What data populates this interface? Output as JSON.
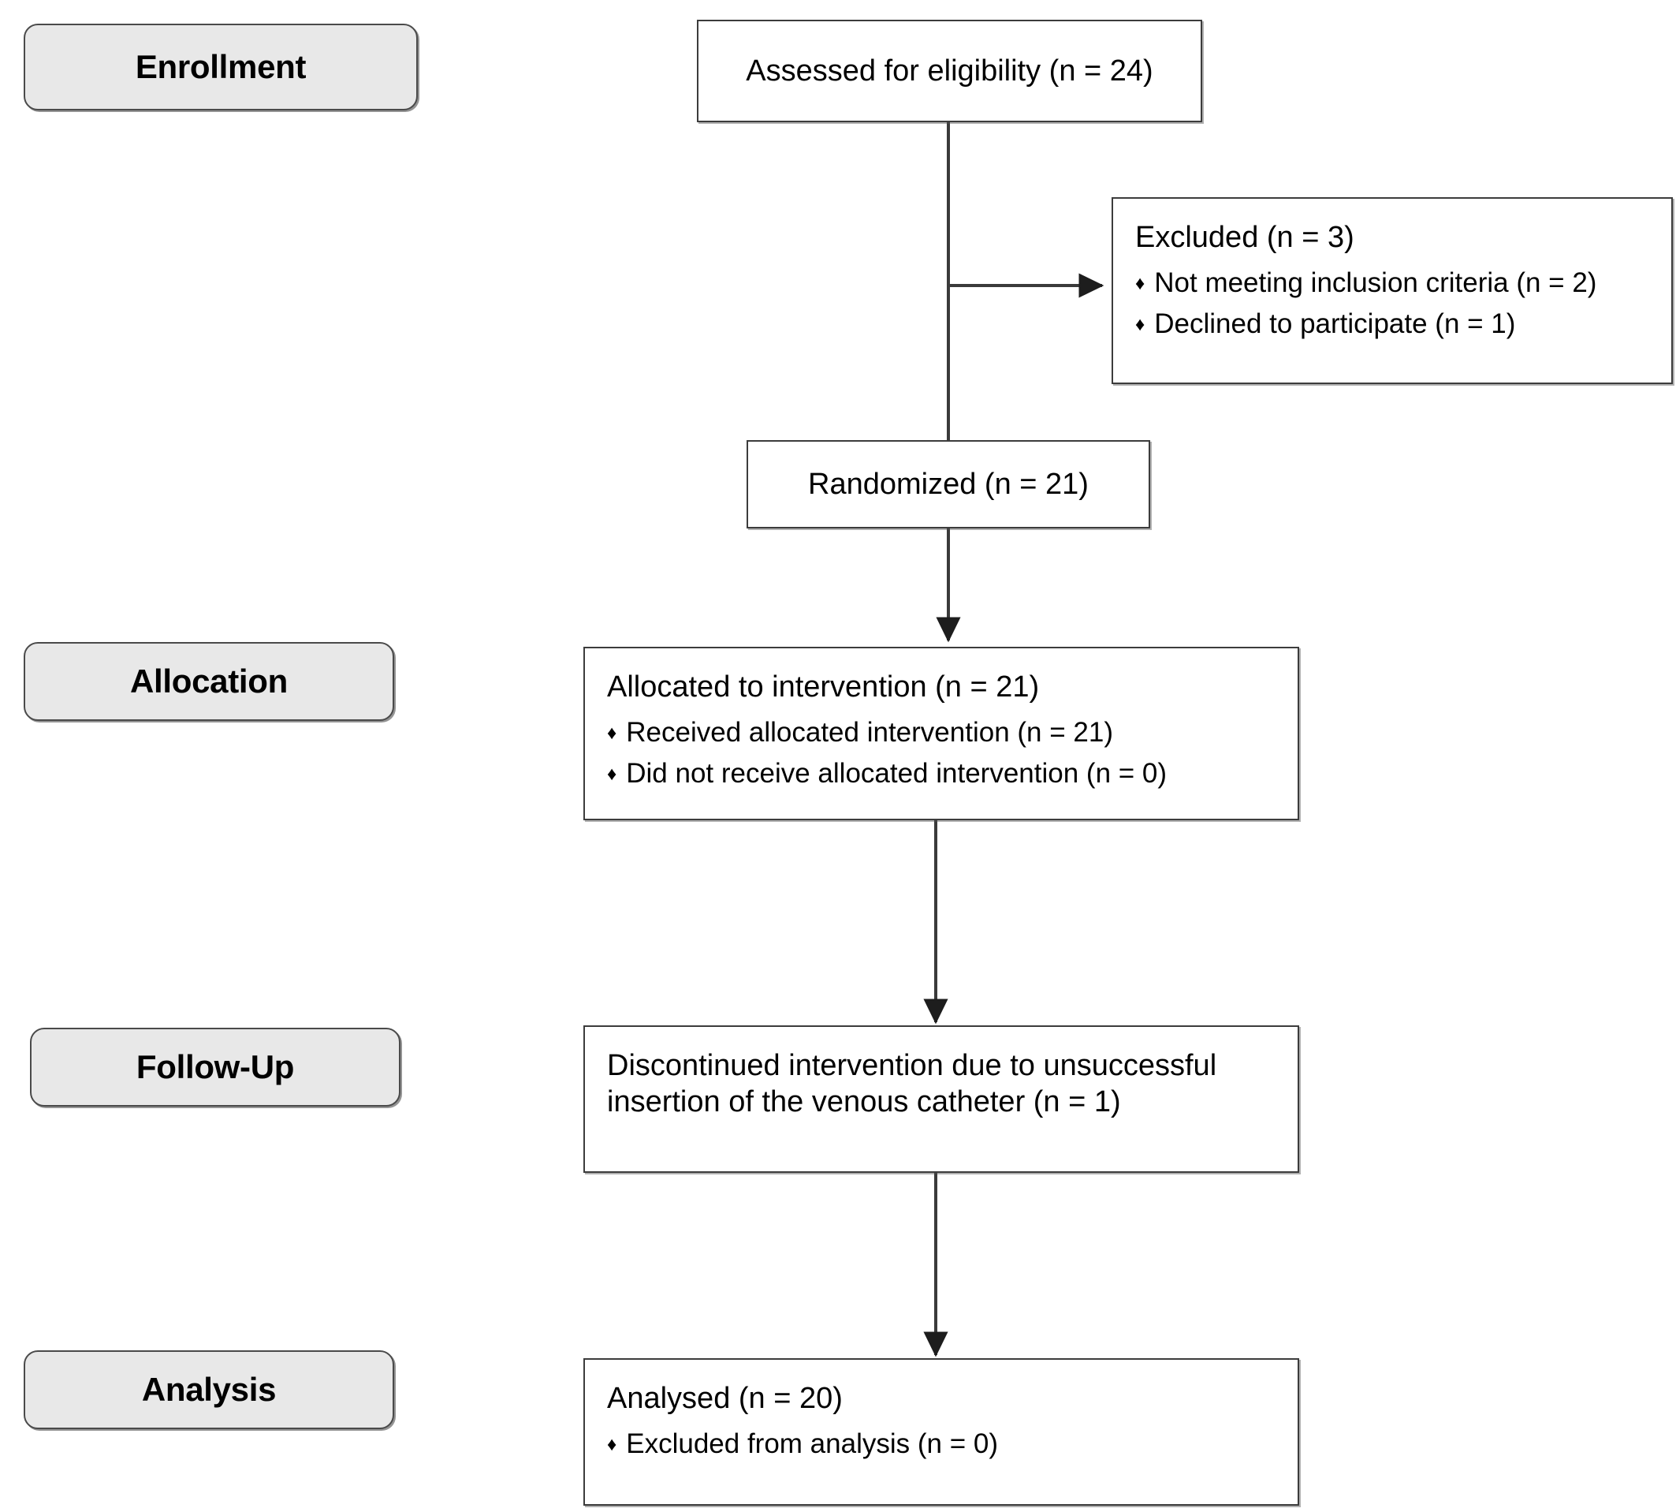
{
  "diagram": {
    "type": "consort-flow-diagram",
    "bullet_glyph": "♦",
    "colors": {
      "page_background": "#ffffff",
      "box_border": "#3c3c3c",
      "box_fill": "#ffffff",
      "stage_pill_fill": "#e8e8e8",
      "stage_pill_border": "#4a4a4a",
      "text": "#000000",
      "connector": "#3a3a3a"
    }
  },
  "stages": [
    {
      "id": "enrollment",
      "label": "Enrollment"
    },
    {
      "id": "allocation",
      "label": "Allocation"
    },
    {
      "id": "follow_up",
      "label": "Follow-Up"
    },
    {
      "id": "analysis",
      "label": "Analysis"
    }
  ],
  "boxes": {
    "assessed": {
      "title": "Assessed for eligibility (n = 24)",
      "bullets": []
    },
    "excluded": {
      "title": "Excluded (n = 3)",
      "bullets": [
        "Not meeting inclusion criteria (n = 2)",
        "Declined to participate  (n = 1)"
      ]
    },
    "randomized": {
      "title": "Randomized (n = 21)",
      "bullets": []
    },
    "allocated": {
      "title": "Allocated to intervention (n = 21)",
      "bullets": [
        "Received allocated  intervention  (n = 21)",
        "Did not  receive allocated  intervention  (n = 0)"
      ]
    },
    "discontinued": {
      "title": "Discontinued intervention due to unsuccessful insertion of the venous catheter (n = 1)",
      "bullets": []
    },
    "analysed": {
      "title": "Analysed (n = 20)",
      "bullets": [
        "Excluded  from analysis  (n = 0)"
      ]
    }
  }
}
